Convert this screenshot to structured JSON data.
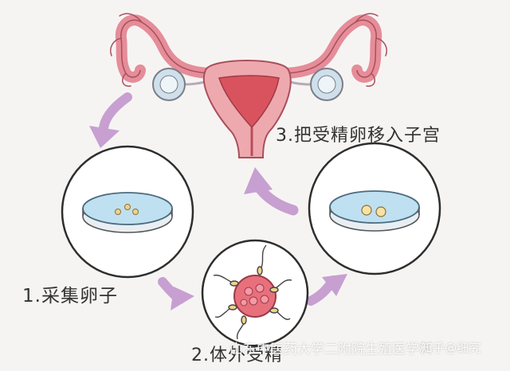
{
  "steps": [
    {
      "label": "1.采集卵子"
    },
    {
      "label": "2.体外受精"
    },
    {
      "label": "3.把受精卵移入子宫"
    }
  ],
  "watermark": {
    "org": "山东中医药大学二附院生殖医学科",
    "site": "知乎@细究"
  },
  "colors": {
    "background": "#f6f4f2",
    "arrow": "#c79fd1",
    "uterus_pink": "#eea9ae",
    "uterus_inner": "#d9535e",
    "ovary": "#cfe0ea",
    "dish": "#bfe0f0",
    "egg": "#f0d38a",
    "embryo": "#e8707d"
  },
  "icons": [
    "uterus-icon",
    "egg-dish-icon",
    "fertilized-egg-dish-icon",
    "sperm-egg-icon"
  ]
}
